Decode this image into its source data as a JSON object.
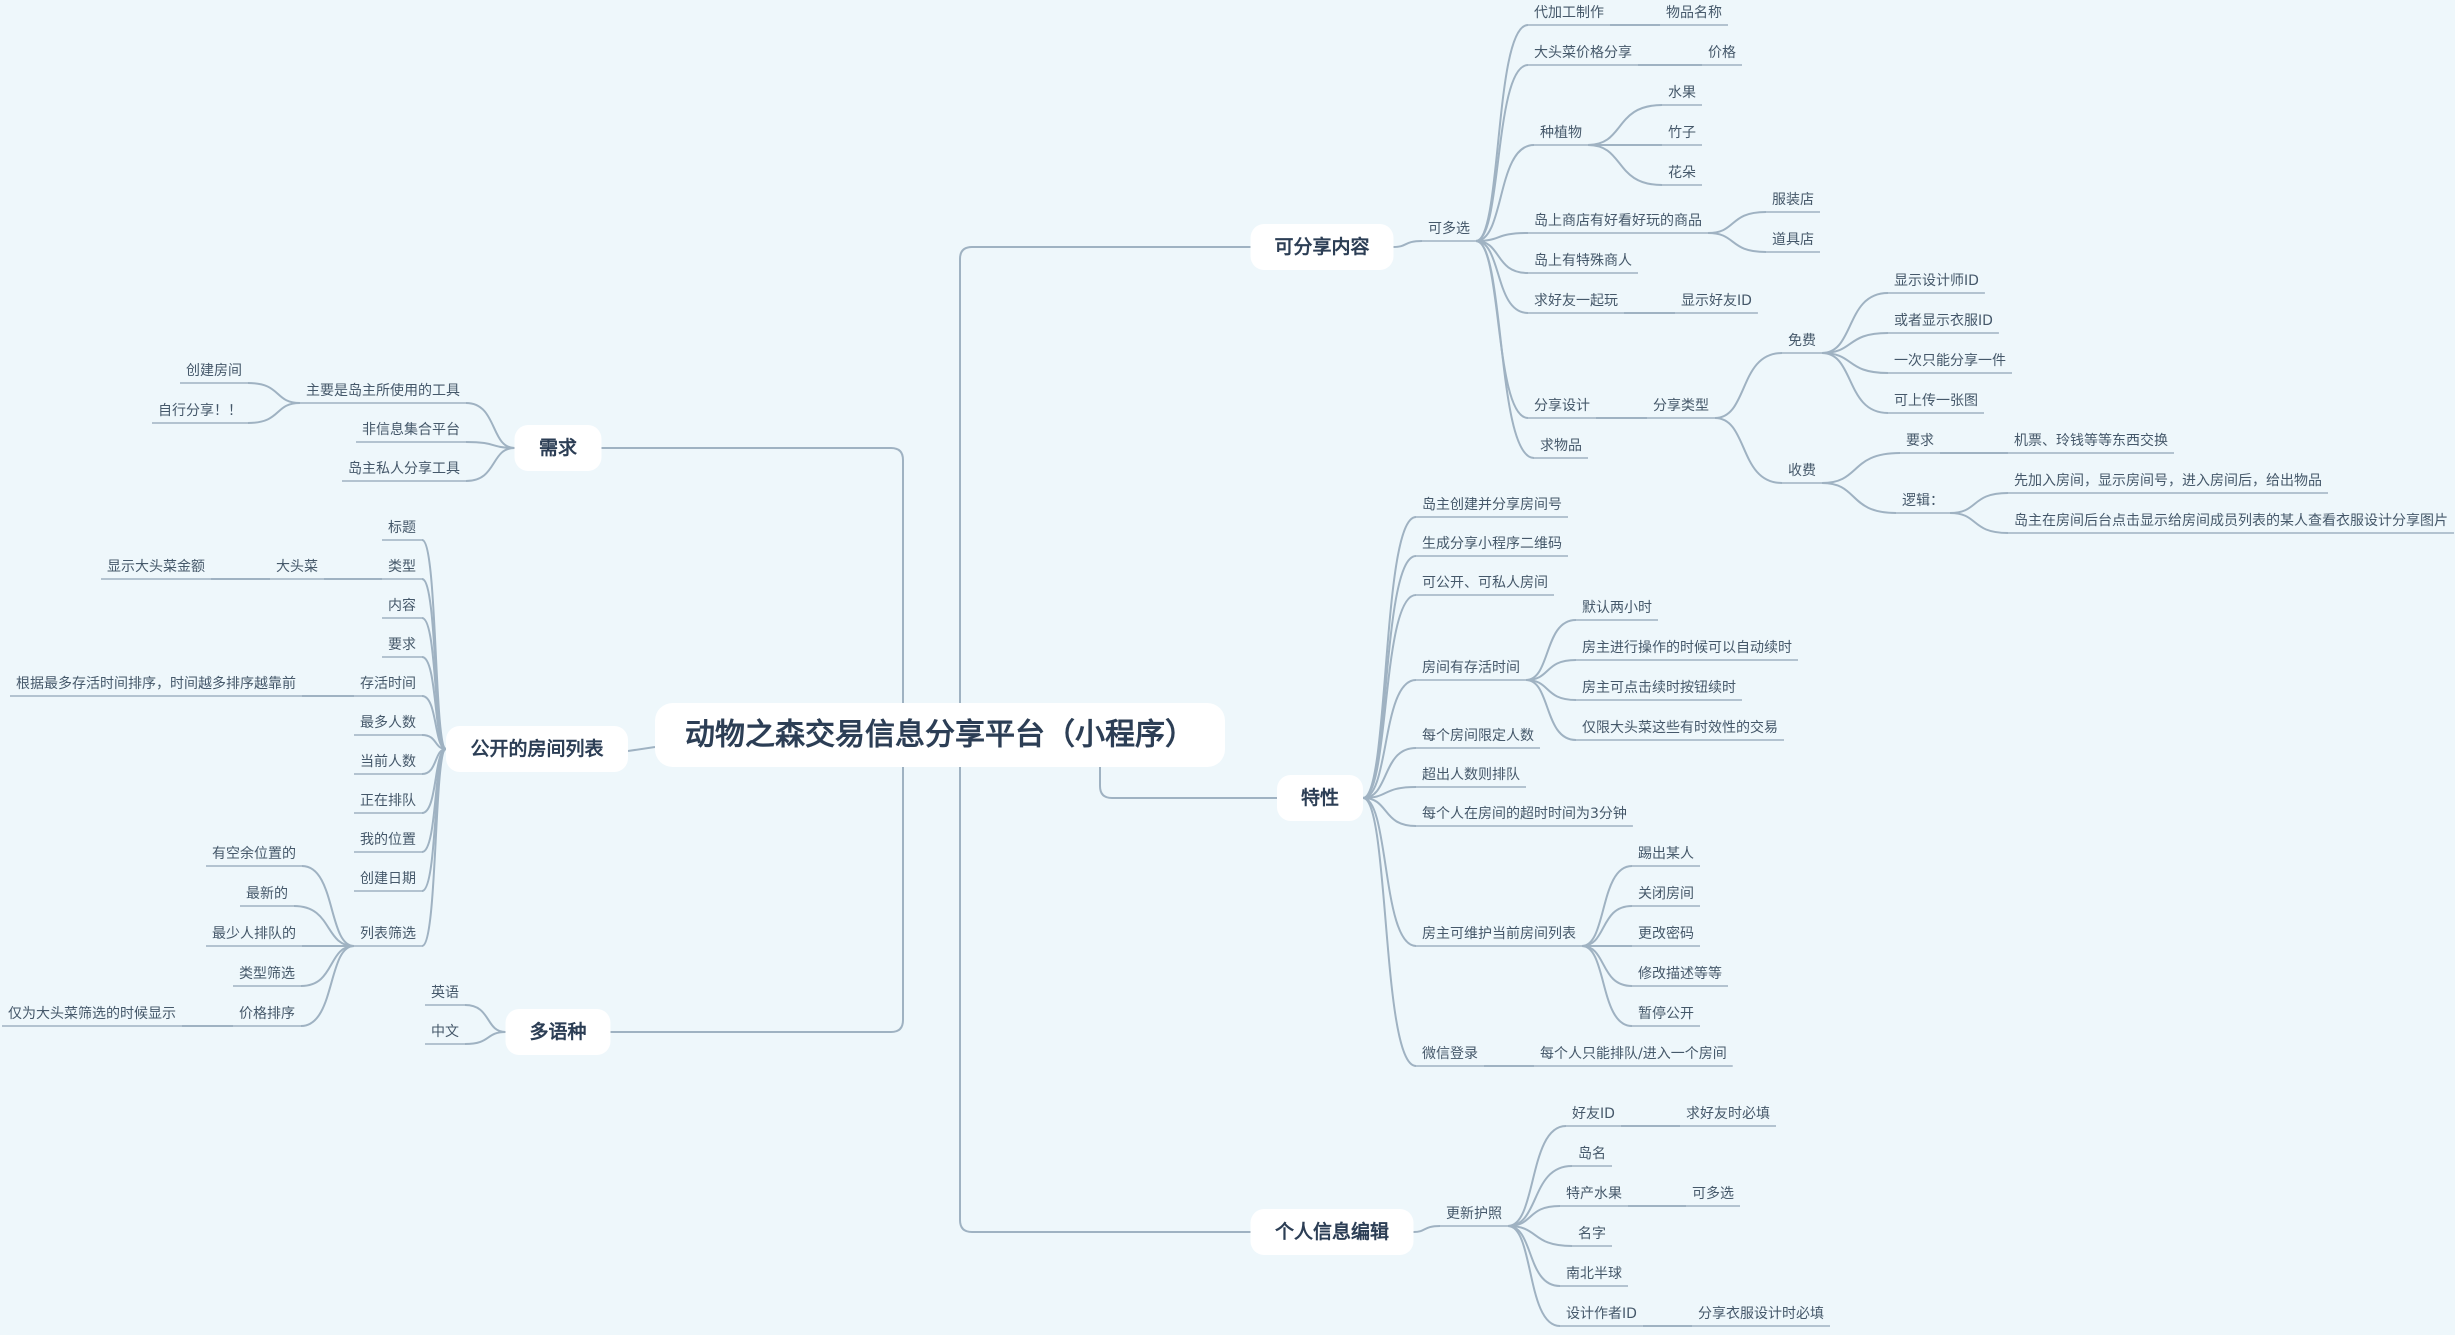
{
  "root": "动物之森交易信息分享平台（小程序）",
  "branches": {
    "share": {
      "label": "可分享内容",
      "sub": "可多选",
      "daigong": "代加工制作",
      "daigong_c": "物品名称",
      "turnip": "大头菜价格分享",
      "turnip_c": "价格",
      "plant": "种植物",
      "fruit": "水果",
      "bamboo": "竹子",
      "flower": "花朵",
      "shop": "岛上商店有好看好玩的商品",
      "clothes": "服装店",
      "tools": "道具店",
      "merchant": "岛上有特殊商人",
      "friend": "求好友一起玩",
      "friend_c": "显示好友ID",
      "design": "分享设计",
      "design_type": "分享类型",
      "free": "免费",
      "free1": "显示设计师ID",
      "free2": "或者显示衣服ID",
      "free3": "一次只能分享一件",
      "free4": "可上传一张图",
      "paid": "收费",
      "req": "要求",
      "req_c": "机票、玲钱等等东西交换",
      "logic": "逻辑：",
      "logic1": "先加入房间，显示房间号，进入房间后，给出物品",
      "logic2": "岛主在房间后台点击显示给房间成员列表的某人查看衣服设计分享图片",
      "item": "求物品"
    },
    "feature": {
      "label": "特性",
      "f1": "岛主创建并分享房间号",
      "f2": "生成分享小程序二维码",
      "f3": "可公开、可私人房间",
      "f4": "房间有存活时间",
      "f4a": "默认两小时",
      "f4b": "房主进行操作的时候可以自动续时",
      "f4c": "房主可点击续时按钮续时",
      "f4d": "仅限大头菜这些有时效性的交易",
      "f5": "每个房间限定人数",
      "f6": "超出人数则排队",
      "f7": "每个人在房间的超时时间为3分钟",
      "f8": "房主可维护当前房间列表",
      "f8a": "踢出某人",
      "f8b": "关闭房间",
      "f8c": "更改密码",
      "f8d": "修改描述等等",
      "f8e": "暂停公开",
      "f9": "微信登录",
      "f9a": "每个人只能排队/进入一个房间"
    },
    "profile": {
      "label": "个人信息编辑",
      "sub": "更新护照",
      "p1": "好友ID",
      "p1c": "求好友时必填",
      "p2": "岛名",
      "p3": "特产水果",
      "p3c": "可多选",
      "p4": "名字",
      "p5": "南北半球",
      "p6": "设计作者ID",
      "p6c": "分享衣服设计时必填"
    },
    "need": {
      "label": "需求",
      "n1": "主要是岛主所使用的工具",
      "n1a": "创建房间",
      "n1b": "自行分享！！",
      "n2": "非信息集合平台",
      "n3": "岛主私人分享工具"
    },
    "rooms": {
      "label": "公开的房间列表",
      "r1": "标题",
      "r2": "类型",
      "r2a": "大头菜",
      "r2b": "显示大头菜金额",
      "r3": "内容",
      "r4": "要求",
      "r5": "存活时间",
      "r5a": "根据最多存活时间排序，时间越多排序越靠前",
      "r6": "最多人数",
      "r7": "当前人数",
      "r8": "正在排队",
      "r9": "我的位置",
      "r10": "创建日期",
      "r11": "列表筛选",
      "r11a": "有空余位置的",
      "r11b": "最新的",
      "r11c": "最少人排队的",
      "r11d": "类型筛选",
      "r11e": "价格排序",
      "r11f": "仅为大头菜筛选的时候显示"
    },
    "lang": {
      "label": "多语种",
      "l1": "英语",
      "l2": "中文"
    }
  }
}
